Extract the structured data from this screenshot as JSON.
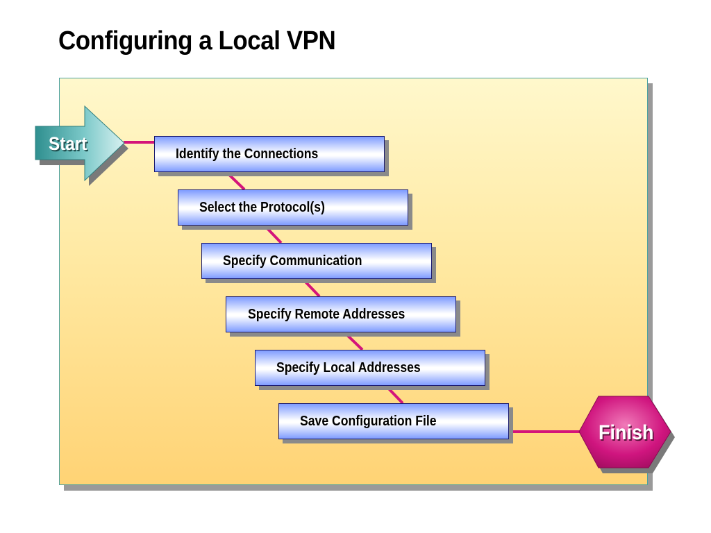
{
  "title": "Configuring a Local VPN",
  "start_label": "Start",
  "finish_label": "Finish",
  "steps": [
    {
      "label": "Identify the Connections"
    },
    {
      "label": "Select the Protocol(s)"
    },
    {
      "label": "Specify Communication"
    },
    {
      "label": "Specify Remote Addresses"
    },
    {
      "label": "Specify Local Addresses"
    },
    {
      "label": "Save Configuration File"
    }
  ],
  "colors": {
    "connector": "#d4147a",
    "start": "#4fb0b0",
    "finish": "#d0157f",
    "step_border": "#1a1a6e",
    "panel_border": "#4aa0a0"
  }
}
